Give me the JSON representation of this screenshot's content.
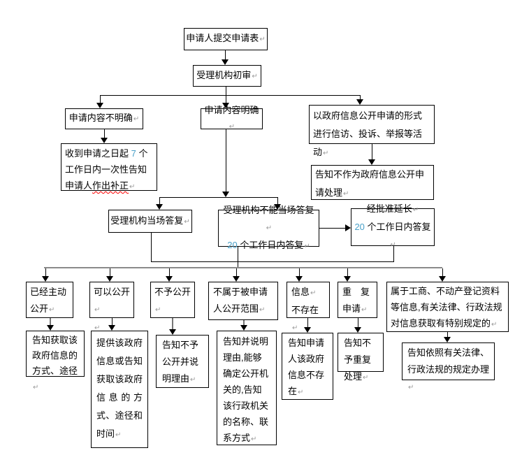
{
  "marks": {
    "para": "↵"
  },
  "colors": {
    "number_highlight": "#4aa0c8",
    "misspell_underline": "#ff0000",
    "box_border": "#000000",
    "distributor_line": "#8a8a8a"
  },
  "nodes": {
    "submit": {
      "label": "申请人提交申请表"
    },
    "review": {
      "label": "受理机构初审"
    },
    "unclear": {
      "label": "申请内容不明确"
    },
    "clear": {
      "label": "申请内容明确"
    },
    "petition": {
      "label": "以政府信息公开申请的形式进行信访、投诉、举报等活动"
    },
    "correct": {
      "pre": "收到申请之日起 ",
      "num": "7",
      "mid": " 个工作日内一次性告知申请人",
      "misspelled": "作出补正"
    },
    "not_as_application": {
      "label": "告知不作为政府信息公开申请处理"
    },
    "onspot": {
      "label": "受理机构当场答复"
    },
    "cannot_onspot": {
      "line1": "受理机构不能当场答复",
      "num": "20",
      "line2": " 个工作日内答复"
    },
    "extend": {
      "line1": "经批准延长",
      "num": "20",
      "line2": " 个工作日内答复"
    },
    "cond_already_public": {
      "label": "已经主动公开"
    },
    "cond_can_public": {
      "label": "可以公开"
    },
    "cond_not_public": {
      "label": "不予公开"
    },
    "cond_not_scope": {
      "label": "不属于被申请人公开范围"
    },
    "cond_not_exist": {
      "line1": "信息",
      "line2": "不存在"
    },
    "cond_repeat": {
      "line1": "重　复",
      "line2": "申请"
    },
    "cond_special": {
      "label": "属于工商、不动产登记资料等信息,有关法律、行政法规对信息获取有特别规定的"
    },
    "res_already_public": {
      "label": "告知获取该政府信息的方式、途径"
    },
    "res_can_public": {
      "label": "提供该政府信息或告知获取该政府信息的方式、途径和时间"
    },
    "res_not_public": {
      "label": "告知不予公开并说明理由"
    },
    "res_not_scope": {
      "label": "告知并说明理由,能够确定公开机关的,告知该行政机关的名称、联系方式"
    },
    "res_not_exist": {
      "label": "告知申请人该政府信息不存在"
    },
    "res_repeat": {
      "label": "告知不予重复处理"
    },
    "res_special": {
      "label": "告知依照有关法律、行政法规的规定办理"
    }
  }
}
